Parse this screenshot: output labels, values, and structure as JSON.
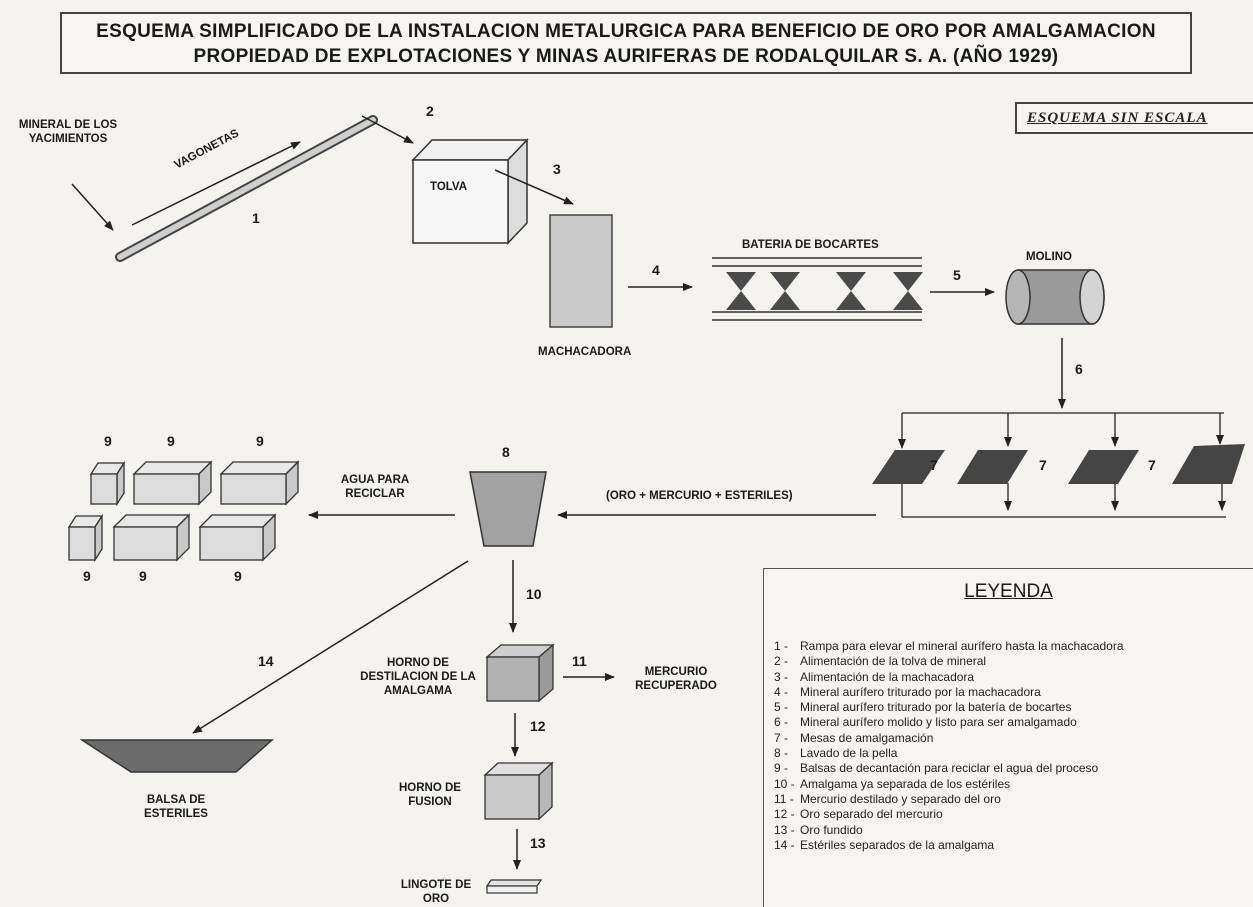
{
  "title": {
    "line1": "ESQUEMA SIMPLIFICADO DE LA INSTALACION METALURGICA PARA BENEFICIO DE ORO POR AMALGAMACION",
    "line2": "PROPIEDAD DE EXPLOTACIONES Y MINAS AURIFERAS DE RODALQUILAR S. A. (AÑO 1929)"
  },
  "scale_note": "ESQUEMA SIN ESCALA",
  "labels": {
    "mineral": "MINERAL DE LOS YACIMIENTOS",
    "vagonetas": "VAGONETAS",
    "tolva": "TOLVA",
    "machacadora": "MACHACADORA",
    "bateria": "BATERIA DE BOCARTES",
    "molino": "MOLINO",
    "oro_mercurio": "(ORO + MERCURIO + ESTERILES)",
    "agua": "AGUA PARA RECICLAR",
    "horno_destilacion": "HORNO DE DESTILACION DE LA AMALGAMA",
    "mercurio": "MERCURIO RECUPERADO",
    "horno_fusion": "HORNO DE FUSION",
    "lingote": "LINGOTE DE ORO",
    "balsa": "BALSA DE ESTERILES"
  },
  "step_numbers": [
    "1",
    "2",
    "3",
    "4",
    "5",
    "6",
    "7",
    "8",
    "9",
    "10",
    "11",
    "12",
    "13",
    "14"
  ],
  "legend": {
    "title": "LEYENDA",
    "items": [
      {
        "num": "1 -",
        "text": "Rampa para elevar el mineral aurífero hasta la machacadora"
      },
      {
        "num": "2 -",
        "text": "Alimentación de la tolva de mineral"
      },
      {
        "num": "3 -",
        "text": "Alimentación de la machacadora"
      },
      {
        "num": "4 -",
        "text": "Mineral aurífero triturado por la machacadora"
      },
      {
        "num": "5 -",
        "text": "Mineral aurífero triturado por la batería de bocartes"
      },
      {
        "num": "6 -",
        "text": "Mineral aurífero molido y listo para ser amalgamado"
      },
      {
        "num": "7 -",
        "text": "Mesas de amalgamación"
      },
      {
        "num": "8 -",
        "text": "Lavado de la pella"
      },
      {
        "num": "9 -",
        "text": "Balsas de decantación para reciclar el agua del proceso"
      },
      {
        "num": "10 -",
        "text": "Amalgama ya separada de los estériles"
      },
      {
        "num": "11 -",
        "text": "Mercurio destilado y separado del oro"
      },
      {
        "num": "12 -",
        "text": "Oro separado del mercurio"
      },
      {
        "num": "13 -",
        "text": "Oro fundido"
      },
      {
        "num": "14 -",
        "text": "Estériles separados de la amalgama"
      }
    ]
  },
  "colors": {
    "dark": "#3a3a3a",
    "medium": "#6e6e6e",
    "light": "#c4c4c4",
    "face": "#dedede",
    "top": "#ececec"
  }
}
